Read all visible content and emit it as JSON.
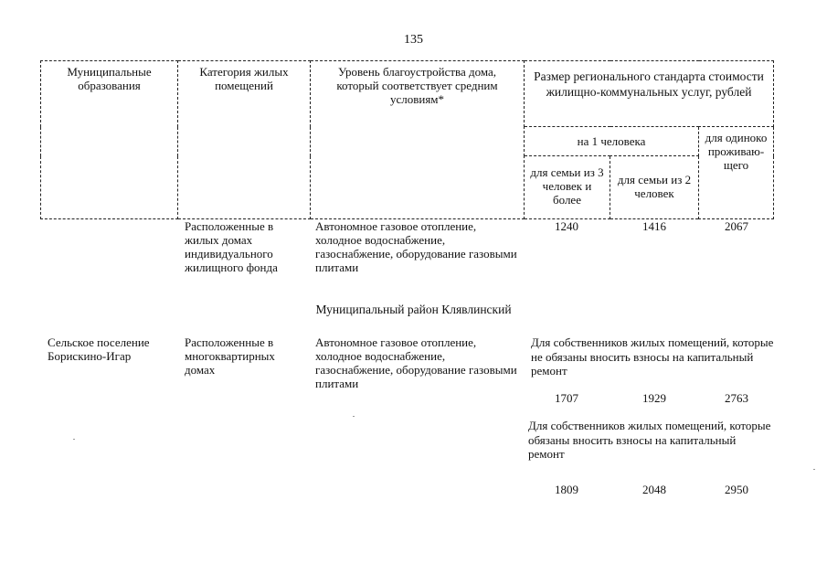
{
  "page": {
    "number": "135"
  },
  "header": {
    "col_municipal": "Муниципальные образования",
    "col_category": "Категория жилых помещений",
    "col_level": "Уровень благоустройства дома, который соответствует средним условиям*",
    "col_size": "Размер регионального стандарта стоимости жилищно-коммунальных услуг, рублей",
    "col_per_person": "на 1 человека",
    "col_family3": "для семьи из 3 человек и более",
    "col_family2": "для семьи из 2 человек",
    "col_single": "для одиноко проживаю-щего"
  },
  "rows": [
    {
      "municipal": "",
      "category": "Расположенные в жилых домах индивидуального жилищного фонда",
      "level": "Автономное газовое отопление, холодное водоснабжение, газоснабжение, оборудование газовыми плитами",
      "values": [
        "1240",
        "1416",
        "2067"
      ]
    }
  ],
  "section": {
    "title": "Муниципальный район Клявлинский"
  },
  "row2": {
    "municipal": "Сельское поселение Борискино-Игар",
    "category": "Расположенные в многоквартирных домах",
    "level": "Автономное газовое отопление, холодное водоснабжение, газоснабжение, оборудование газовыми плитами",
    "note1": "Для собственников жилых помещений, которые не обязаны вносить взносы на капитальный ремонт",
    "values1": [
      "1707",
      "1929",
      "2763"
    ],
    "note2": "Для собственников жилых помещений, которые обязаны вносить взносы на капитальный ремонт",
    "values2": [
      "1809",
      "2048",
      "2950"
    ]
  }
}
